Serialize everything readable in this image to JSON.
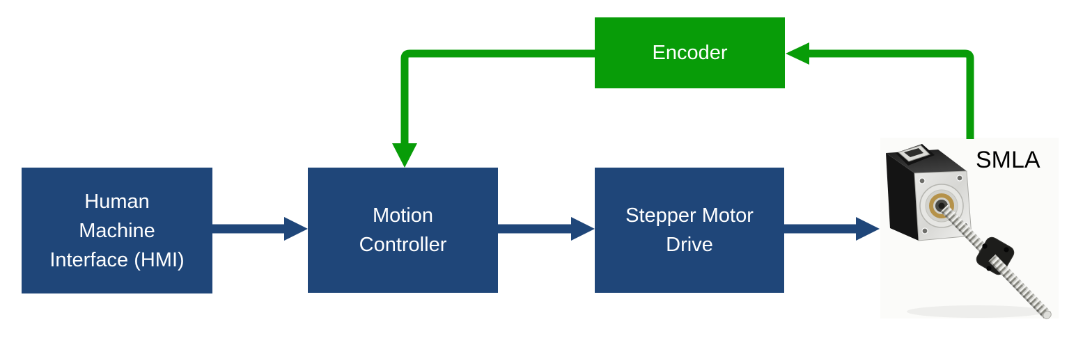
{
  "diagram": {
    "type": "block-diagram",
    "description": "Closed-loop stepper motor linear actuator control system",
    "boxes": {
      "hmi": {
        "lines": [
          "Human",
          "Machine",
          "Interface (HMI)"
        ],
        "color": "#1f4679"
      },
      "motion_controller": {
        "lines": [
          "Motion",
          "Controller"
        ],
        "color": "#1f4679"
      },
      "stepper_motor_drive": {
        "lines": [
          "Stepper Motor",
          "Drive"
        ],
        "color": "#1f4679"
      },
      "encoder": {
        "lines": [
          "Encoder"
        ],
        "color": "#089c08"
      }
    },
    "labels": {
      "smla": "SMLA"
    },
    "connections": [
      {
        "from": "hmi",
        "to": "motion_controller",
        "color": "#1f4679",
        "style": "forward"
      },
      {
        "from": "motion_controller",
        "to": "stepper_motor_drive",
        "color": "#1f4679",
        "style": "forward"
      },
      {
        "from": "stepper_motor_drive",
        "to": "smla",
        "color": "#1f4679",
        "style": "forward"
      },
      {
        "from": "smla",
        "to": "encoder",
        "color": "#089c08",
        "style": "feedback"
      },
      {
        "from": "encoder",
        "to": "motion_controller",
        "color": "#089c08",
        "style": "feedback"
      }
    ],
    "colors": {
      "box_blue": "#1f4679",
      "feedback_green": "#089c08",
      "box_text": "#ffffff",
      "label_text": "#000000",
      "background": "#ffffff"
    },
    "icons": {
      "smla_photo": "stepper-motor-linear-actuator-photo"
    }
  }
}
